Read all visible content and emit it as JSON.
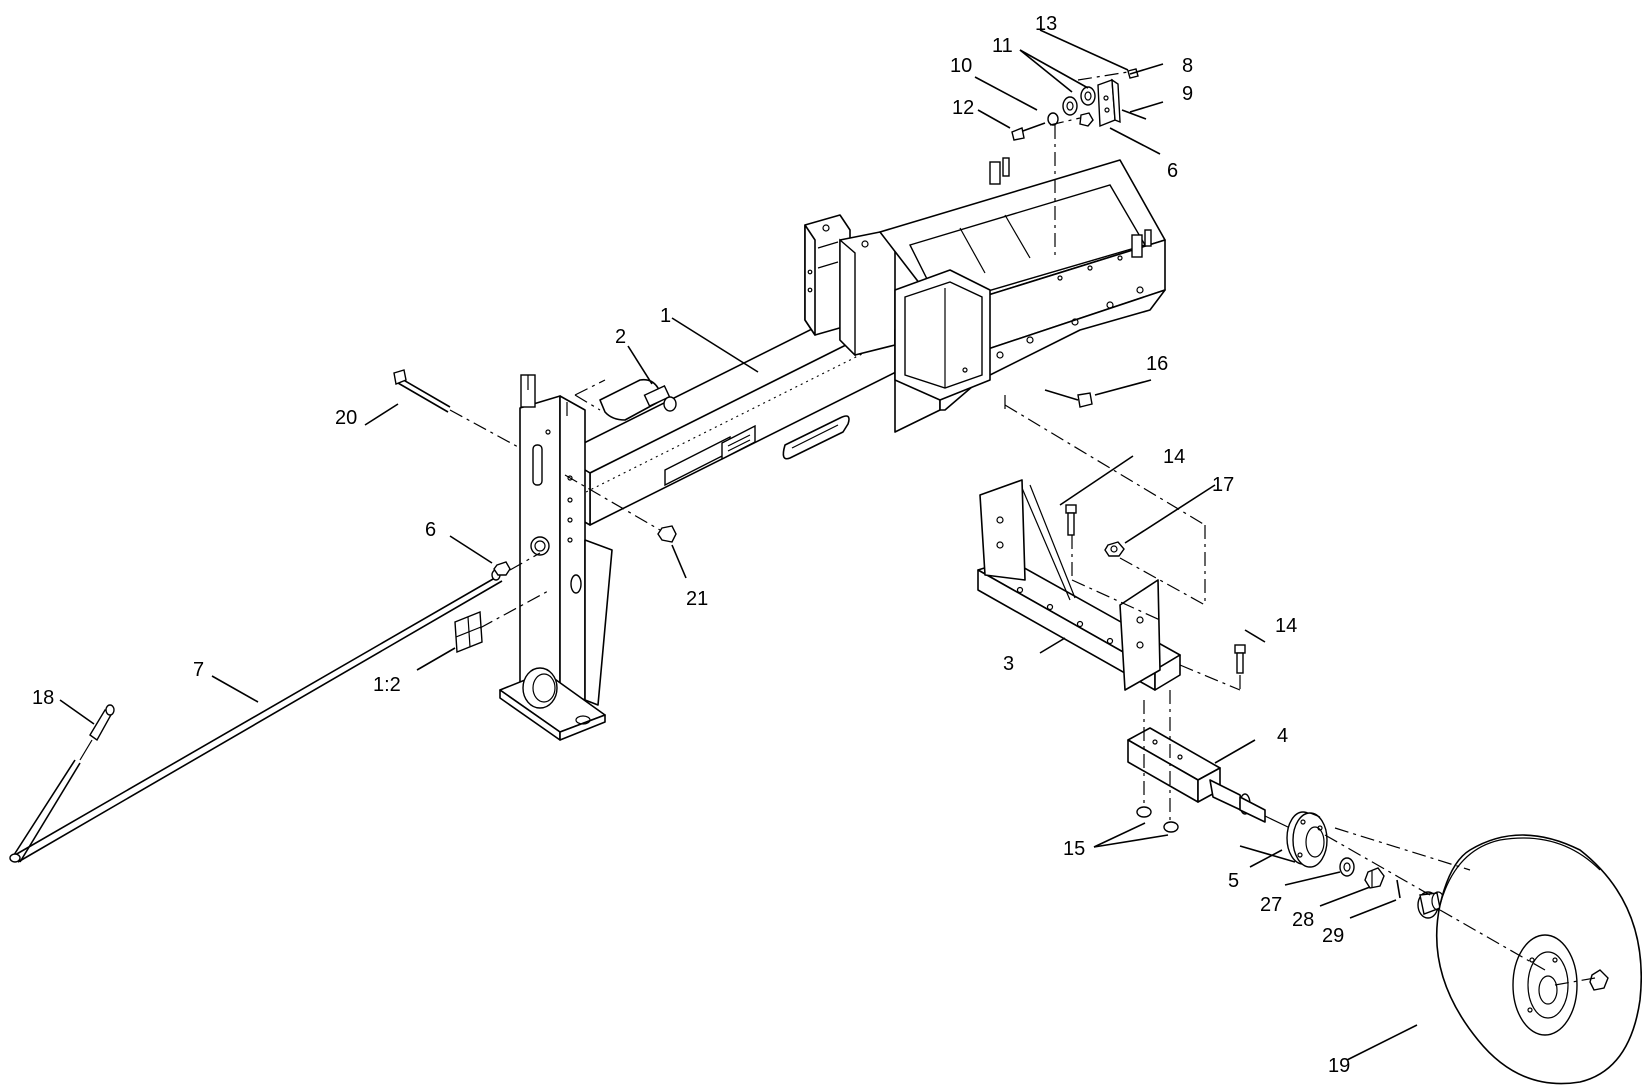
{
  "callouts": {
    "c1": "1",
    "c2": "2",
    "c3": "3",
    "c4": "4",
    "c5": "5",
    "c6a": "6",
    "c6b": "6",
    "c7": "7",
    "c8": "8",
    "c9": "9",
    "c10": "10",
    "c11": "11",
    "c12": "12",
    "c13": "13",
    "c14a": "14",
    "c14b": "14",
    "c15": "15",
    "c16": "16",
    "c17": "17",
    "c18": "18",
    "c19": "19",
    "c20": "20",
    "c21": "21",
    "c27": "27",
    "c28": "28",
    "c29": "29",
    "c1_2": "1:2"
  },
  "colors": {
    "line": "#000000",
    "background": "#ffffff"
  }
}
